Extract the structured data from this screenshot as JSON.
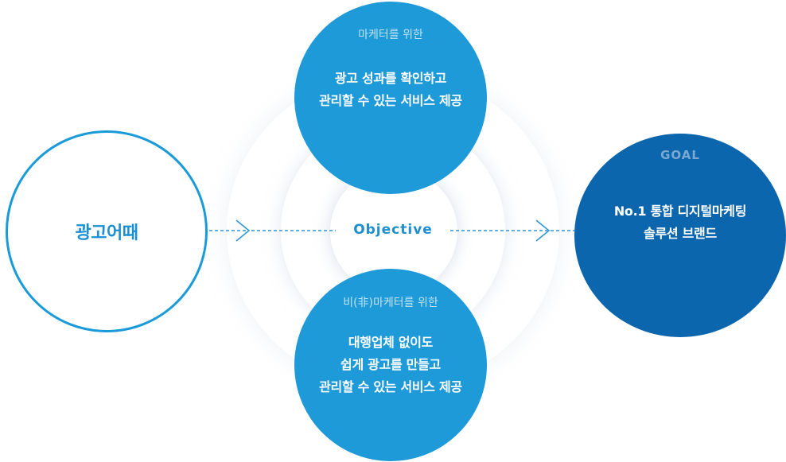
{
  "brand": {
    "label": "광고어때"
  },
  "objective": {
    "label": "Objective"
  },
  "top_circle": {
    "sub_label": "마케터를 위한",
    "lines": [
      "광고 성과를 확인하고",
      "관리할 수 있는 서비스 제공"
    ]
  },
  "bottom_circle": {
    "sub_label": "비(非)마케터를 위한",
    "lines": [
      "대행업체 없이도",
      "쉽게 광고를 만들고",
      "관리할 수 있는 서비스 제공"
    ]
  },
  "goal": {
    "label": "GOAL",
    "lines": [
      "No.1 통합 디지털마케팅",
      "솔루션 브랜드"
    ]
  },
  "colors": {
    "light_blue": "#1e9ad9",
    "dark_blue": "#0c66ad",
    "ring_shadow": "#eef2f6",
    "dashed_line": "#2a95d6"
  }
}
